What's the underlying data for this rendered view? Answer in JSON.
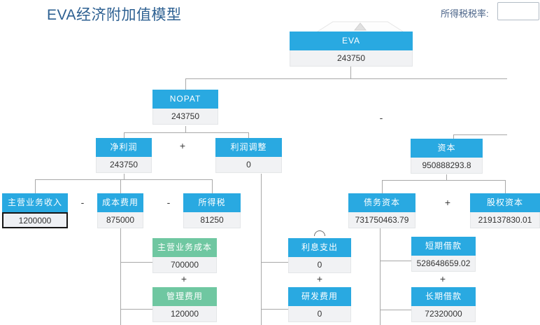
{
  "header": {
    "title": "EVA经济附加值模型",
    "tax_rate_label": "所得税税率:",
    "tax_rate_value": ""
  },
  "colors": {
    "node_blue": "#29a9e1",
    "node_green": "#6fc7a1",
    "value_cell_bg": "#f1f2f4",
    "connector_line": "#a8a8a8",
    "title_text": "#2d6092",
    "selected_cell_border": "#151515"
  },
  "icons": {
    "collapse_arrow": "collapse-arrow-icon",
    "collapse_indicator": "collapse-indicator-icon"
  },
  "nodes": [
    {
      "id": "eva",
      "label": "EVA",
      "value": "243750"
    },
    {
      "id": "nopat",
      "label": "NOPAT",
      "value": "243750"
    },
    {
      "id": "net-profit",
      "label": "净利润",
      "value": "243750"
    },
    {
      "id": "profit-adjustment",
      "label": "利润调整",
      "value": "0"
    },
    {
      "id": "capital",
      "label": "资本",
      "value": "950888293.8"
    },
    {
      "id": "main-business-revenue",
      "label": "主营业务收入",
      "value": "1200000",
      "selected": true
    },
    {
      "id": "cost-expense",
      "label": "成本费用",
      "value": "875000"
    },
    {
      "id": "income-tax",
      "label": "所得税",
      "value": "81250"
    },
    {
      "id": "debt-capital",
      "label": "债务资本",
      "value": "731750463.79"
    },
    {
      "id": "equity-capital",
      "label": "股权资本",
      "value": "219137830.01"
    },
    {
      "id": "main-business-cost",
      "label": "主营业务成本",
      "value": "700000",
      "green": true
    },
    {
      "id": "admin-expense",
      "label": "管理费用",
      "value": "120000",
      "green": true
    },
    {
      "id": "interest-expense",
      "label": "利息支出",
      "value": "0"
    },
    {
      "id": "rd-expense",
      "label": "研发费用",
      "value": "0"
    },
    {
      "id": "short-term-loan",
      "label": "短期借款",
      "value": "528648659.02"
    },
    {
      "id": "long-term-loan",
      "label": "长期借款",
      "value": "72320000"
    }
  ],
  "operators": [
    {
      "symbol": "-"
    },
    {
      "symbol": "+"
    },
    {
      "symbol": "-"
    },
    {
      "symbol": "-"
    },
    {
      "symbol": "+"
    },
    {
      "symbol": "+"
    },
    {
      "symbol": "+"
    },
    {
      "symbol": "+"
    }
  ]
}
